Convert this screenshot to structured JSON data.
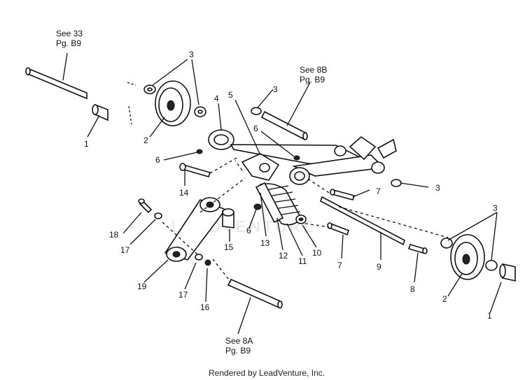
{
  "references": {
    "ref_33": [
      "See 33",
      "Pg. B9"
    ],
    "ref_8b": [
      "See 8B",
      "Pg. B9"
    ],
    "ref_8a": [
      "See 8A",
      "Pg. B9"
    ]
  },
  "callouts": {
    "c1a": "1",
    "c1b": "1",
    "c2a": "2",
    "c2b": "2",
    "c3a": "3",
    "c3b": "3",
    "c3c": "3",
    "c3d": "3",
    "c4": "4",
    "c5": "5",
    "c6a": "6",
    "c6b": "6",
    "c6c": "6",
    "c7a": "7",
    "c7b": "7",
    "c8": "8",
    "c9": "9",
    "c10": "10",
    "c11": "11",
    "c12": "12",
    "c13": "13",
    "c14": "14",
    "c15": "15",
    "c16": "16",
    "c17a": "17",
    "c17b": "17",
    "c18": "18",
    "c19": "19"
  },
  "watermark": "LEADVENTURE",
  "footer": "Rendered by LeadVenture, Inc."
}
